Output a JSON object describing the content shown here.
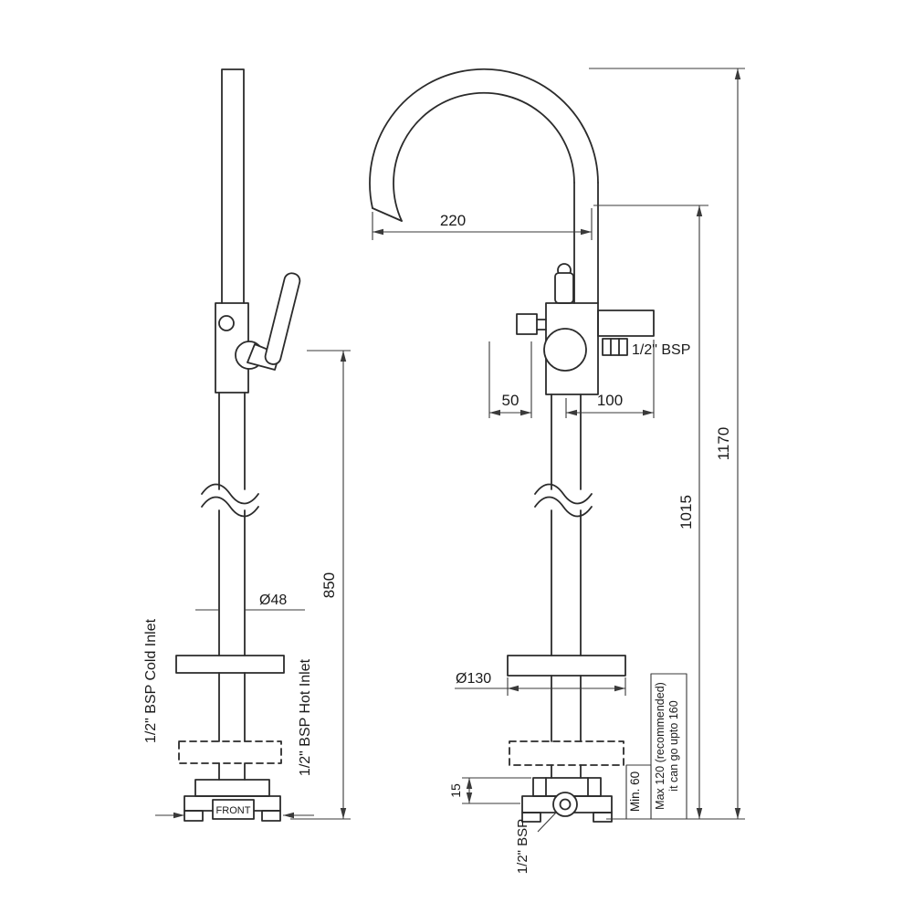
{
  "page": {
    "background": "#ffffff",
    "line_color": "#2b2b2b",
    "drawing_type": "freestanding-bath-mixer-installation-drawing"
  },
  "labels": {
    "dim_spout_reach": "220",
    "dim_height_total": "1170",
    "dim_height_spout": "1015",
    "dim_height_mixer": "850",
    "dim_knob_offset": "50",
    "dim_outlet_proj": "100",
    "dim_base_height": "15",
    "dia_pipe": "Ø48",
    "dia_base_plate": "Ø130",
    "outlet_thread": "1/2\" BSP",
    "cold_inlet": "1/2\" BSP Cold Inlet",
    "hot_inlet": "1/2\" BSP Hot Inlet",
    "front_marker": "FRONT",
    "min_clearance": "Min. 60",
    "max_clearance_1": "Max 120 (recommended)",
    "max_clearance_2": "it can go upto 160",
    "bottom_thread": "1/2\" BSP"
  }
}
